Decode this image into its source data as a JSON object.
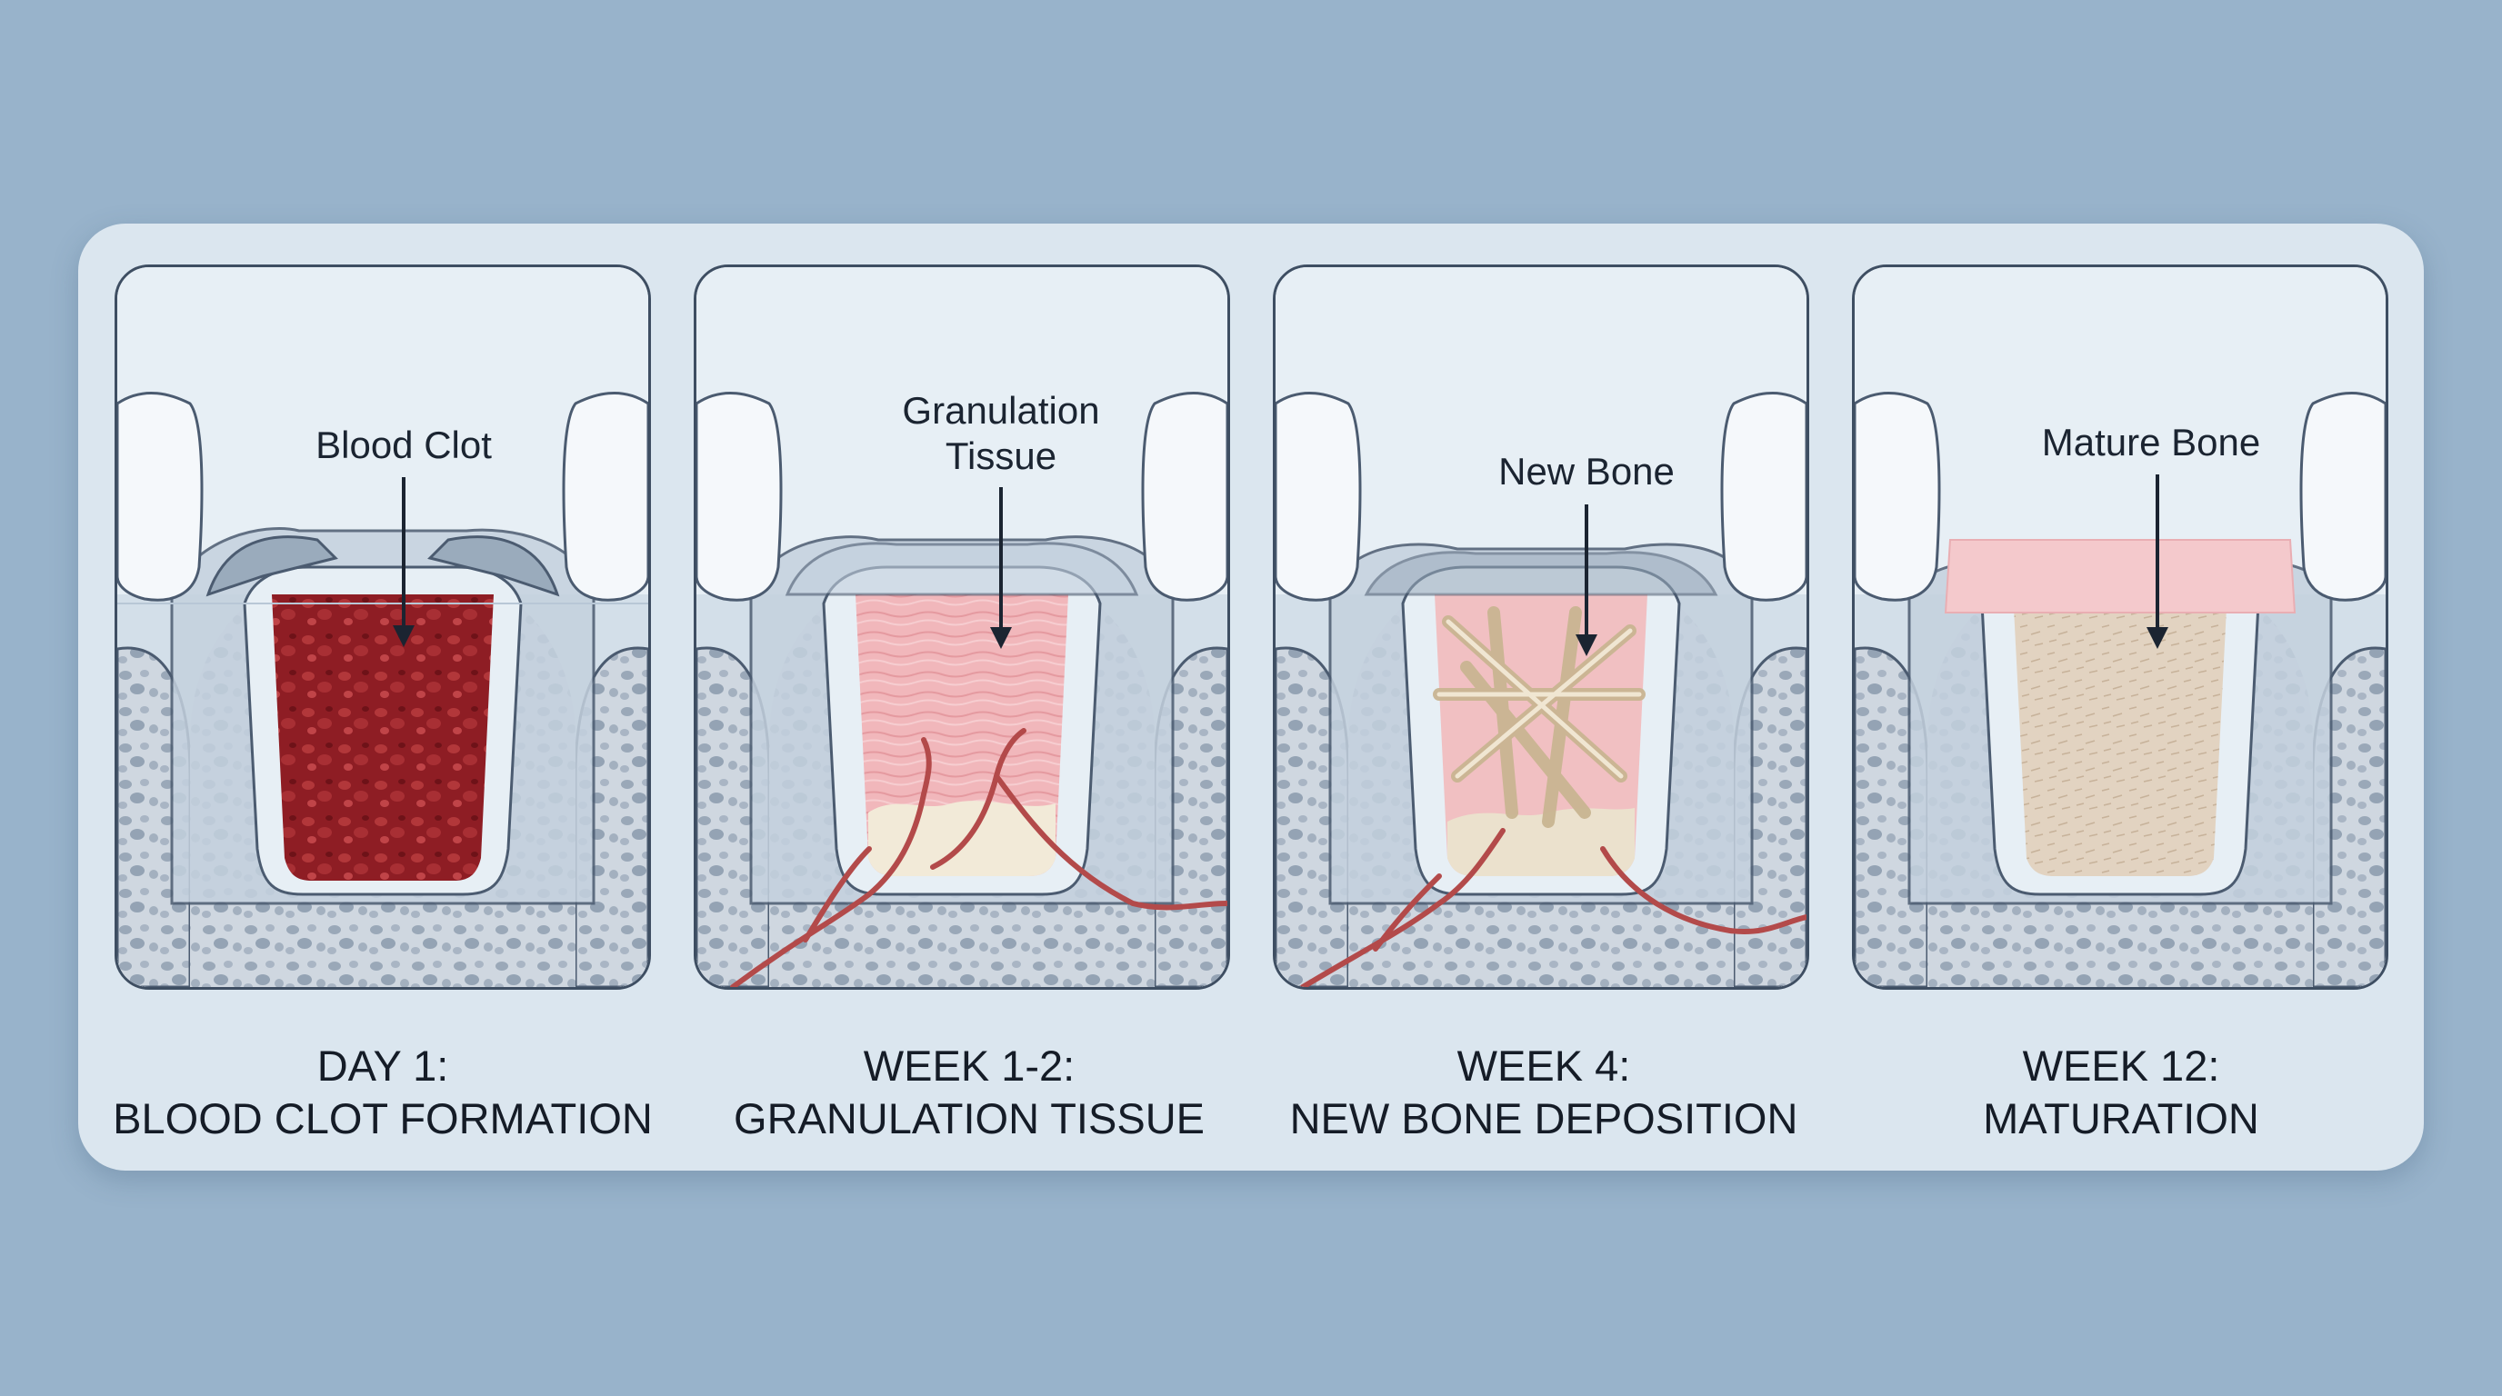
{
  "stages": [
    {
      "label_lines": [
        "Blood Clot"
      ],
      "caption_line1": "DAY 1:",
      "caption_line2": "BLOOD CLOT FORMATION"
    },
    {
      "label_lines": [
        "Granulation",
        "Tissue"
      ],
      "caption_line1": "WEEK 1-2:",
      "caption_line2": "GRANULATION TISSUE"
    },
    {
      "label_lines": [
        "New Bone"
      ],
      "caption_line1": "WEEK 4:",
      "caption_line2": "NEW BONE DEPOSITION"
    },
    {
      "label_lines": [
        "Mature Bone"
      ],
      "caption_line1": "WEEK 12:",
      "caption_line2": "MATURATION"
    }
  ],
  "colors": {
    "background": "#98b3cb",
    "card": "#dbe6ef",
    "outline": "#3e4e62",
    "blood_clot": "#8e1d24",
    "granulation_tissue": "#f1b7bb",
    "new_bone": "#d8c7aa",
    "mature_bone": "#e2d3c1",
    "vessels": "#b34a4a",
    "cancellous_bone": "#c9d2dc"
  },
  "icons": [
    "tooth-icon",
    "arrow-down-icon",
    "blood-vessel-icon"
  ]
}
